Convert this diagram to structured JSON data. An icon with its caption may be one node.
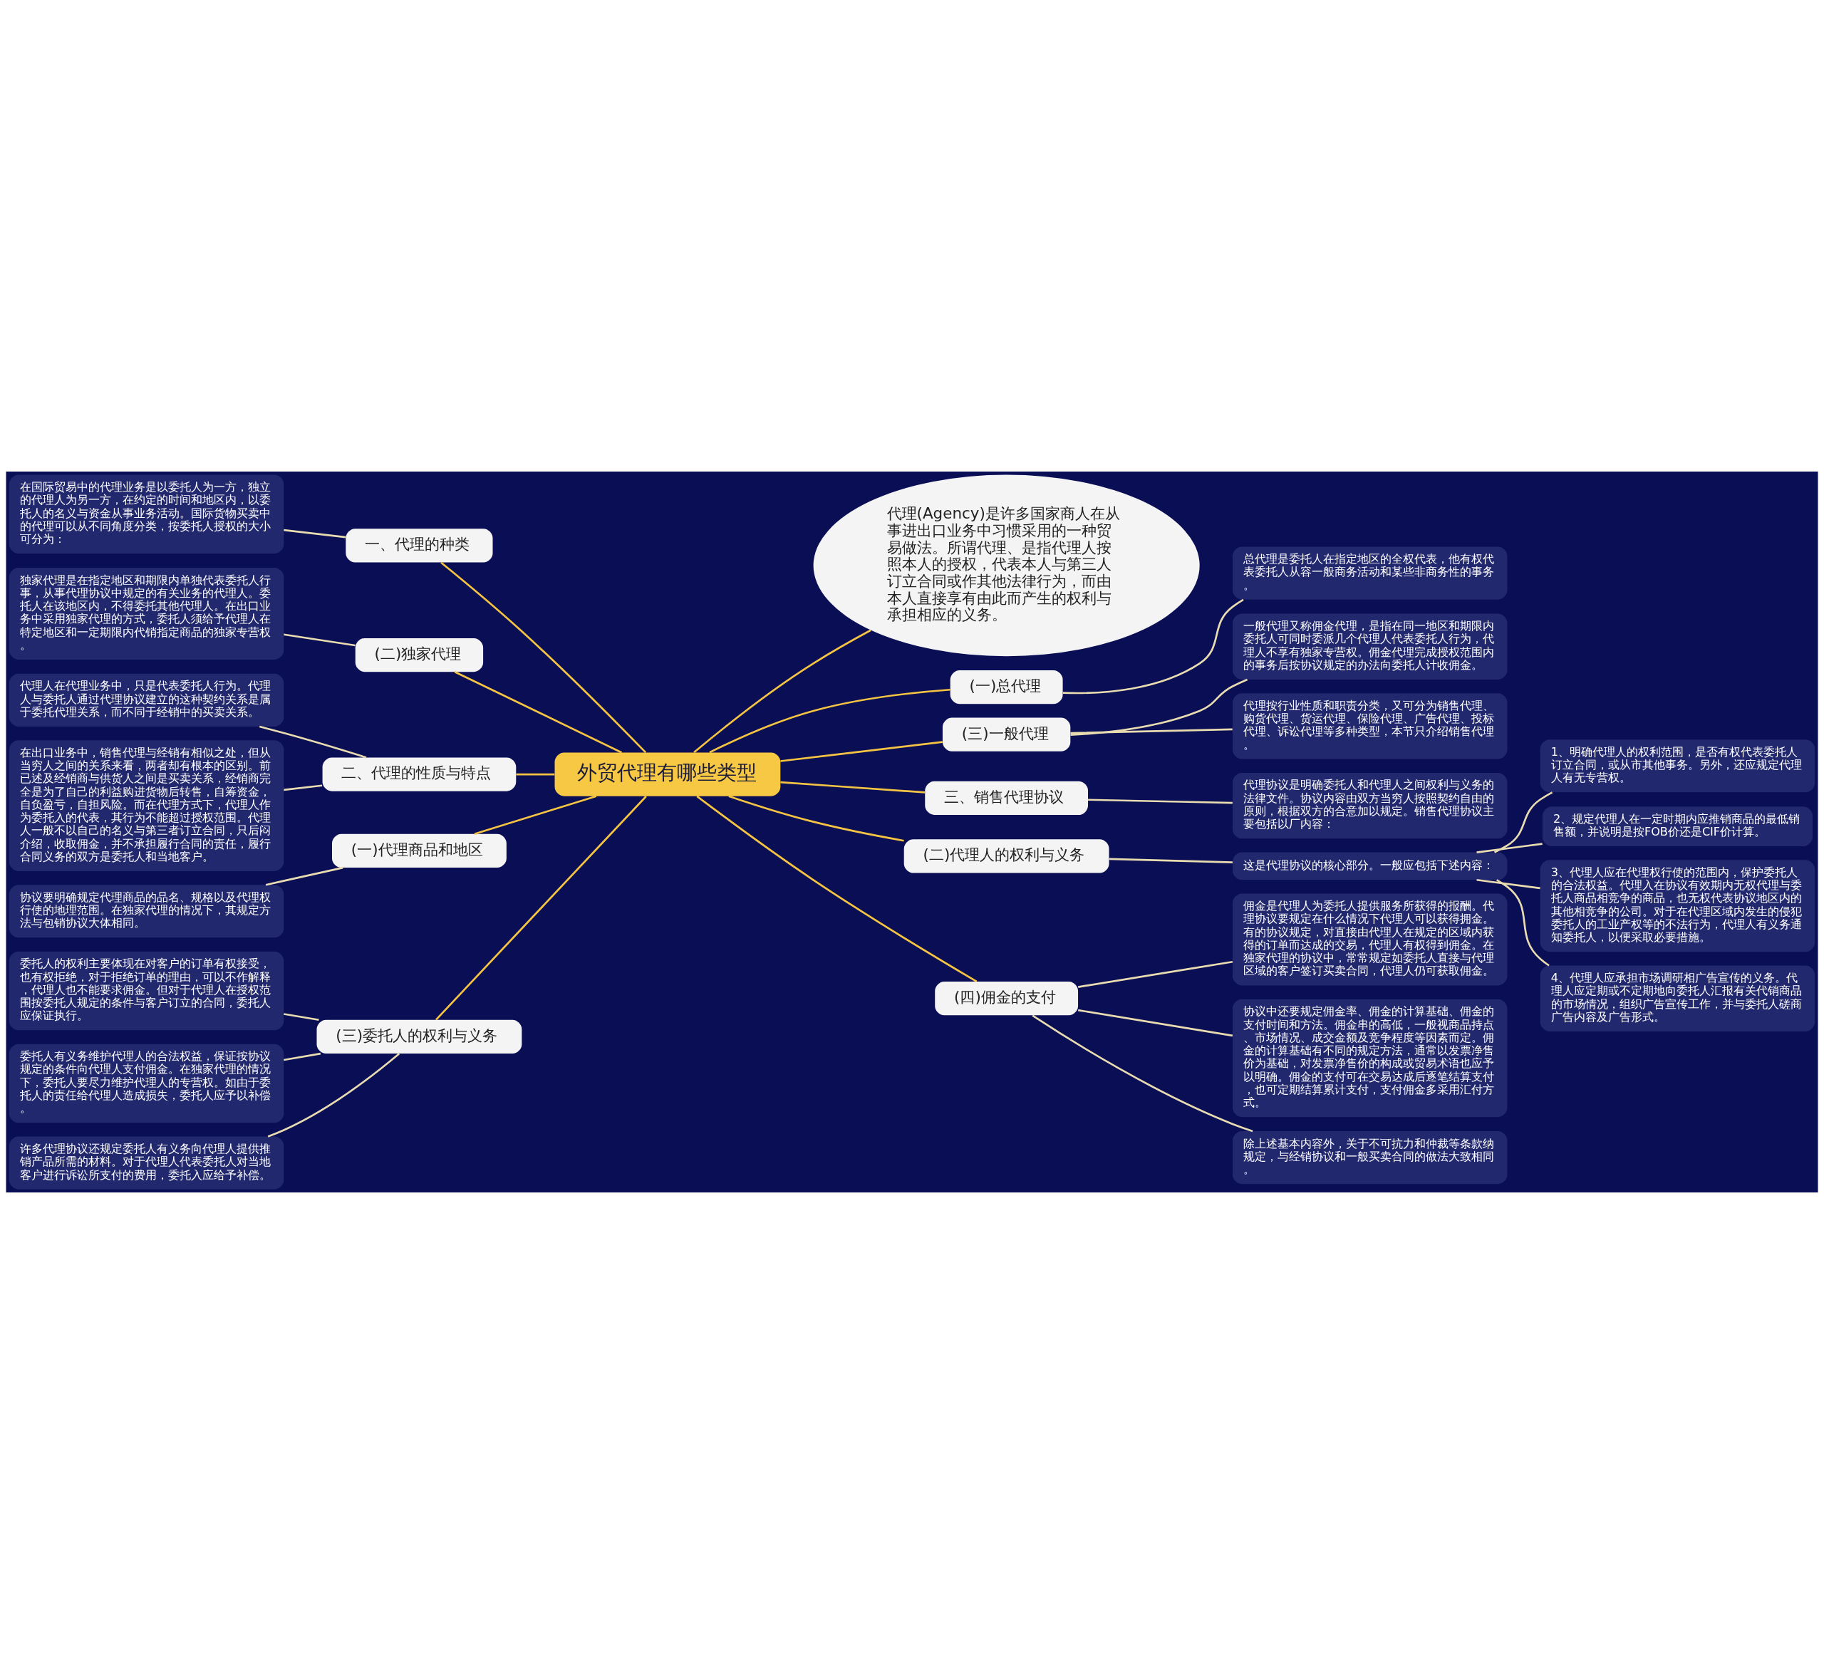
{
  "diagram": {
    "nodes": [
      {
        "text": [
          "外贸代理有哪些类型"
        ]
      },
      {
        "text": [
          "代理(Agency)是许多国家商人在从事进出口业务中习惯采用的一种贸易做法。所谓代理、是指代理人按照本人的授权，代表本人与第三人订立合同或作其他法律行为，而由本人直接享有由此而产生的权利与承担相应的义务。"
        ]
      },
      {
        "text": [
          "(一)总代理"
        ]
      },
      {
        "text": [
          "总代理是委托人在指定地区的全权代表，他有权代表委托人从容一般商务活动和某些非商务性的事务。"
        ]
      },
      {
        "text": [
          "(三)一般代理"
        ]
      },
      {
        "text": [
          "一般代理又称佣金代理，是指在同一地区和期限内委托人可同时委派几个代理人代表委托人行为，代理人不享有独家专营权。佣金代理完成授权范围内的事务后按协议规定的办法向委托人计收佣金。"
        ]
      },
      {
        "text": [
          "代理按行业性质和职责分类，又可分为销售代理、购货代理、货运代理、保险代理、广告代理、投标代理、诉讼代理等多种类型，本节只介绍销售代理。"
        ]
      },
      {
        "text": [
          "三、销售代理协议"
        ]
      },
      {
        "text": [
          "代理协议是明确委托人和代理人之间权利与义务的法律文件。协议内容由双方当穷人按照契约自由的原则，根据双方的合意加以规定。销售代理协议主要包括以厂内容："
        ]
      },
      {
        "text": [
          "(二)代理人的权利与义务"
        ]
      },
      {
        "text": [
          "这是代理协议的核心部分。一般应包括下述内容："
        ]
      },
      {
        "text": [
          "1、明确代理人的权利范围，是否有权代表委托人订立合同，或从市其他事务。另外，还应规定代理人有无专营权。"
        ]
      },
      {
        "text": [
          "2、规定代理人在一定时期内应推销商品的最低销售额，并说明是按FOB价还是CIF价计算。"
        ]
      },
      {
        "text": [
          "3、代理人应在代理权行使的范围内，保护委托人的合法权益。代理入在协议有效期内无权代理与委托人商品相竞争的商品，也无权代表协议地区内的其他相竞争的公司。对于在代理区域内发生的侵犯委托人的工业产权等的不法行为，代理人有义务通知委托人，以便采取必要措施。"
        ]
      },
      {
        "text": [
          "4、代理人应承担市场调研相广告宣传的义务。代理人应定期或不定期地向委托人汇报有关代销商品的市场情况，组织广告宣传工作，并与委托人磋商广告内容及广告形式。"
        ]
      },
      {
        "text": [
          "(四)佣金的支付"
        ]
      },
      {
        "text": [
          "佣金是代理人为委托人提供服务所获得的报酬。代理协议要规定在什么情况下代理人可以获得拥金。有的协议规定，对直接由代理人在规定的区域内获得的订单而达成的交易，代理人有权得到佣金。在独家代理的协议中，常常规定如委托人直接与代理区域的客户签订买卖合同，代理人仍可获取佣金。"
        ]
      },
      {
        "text": [
          "协议中还要规定佣金率、佣金的计算基础、佣金的支付时间和方法。佣金串的高低，一般视商品持点、市场情况、成交金额及竞争程度等因素而定。佣金的计算基础有不同的规定方法，通常以发票净售价为基础，对发票净售价的构成或贸易术语也应予以明确。佣金的支付可在交易达成后逐笔结算支付，也可定期结算累计支付，支付佣金多采用汇付方式。"
        ]
      },
      {
        "text": [
          "除上述基本内容外，关于不可抗力和仲裁等条款纳规定，与经销协议和一般买卖合同的做法大致相同。"
        ]
      },
      {
        "text": [
          "一、代理的种类"
        ]
      },
      {
        "text": [
          "在国际贸易中的代理业务是以委托人为一方，独立的代理人为另一方，在约定的时间和地区内，以委托人的名义与资金从事业务活动。国际货物买卖中的代理可以从不同角度分类，按委托人授权的大小可分为："
        ]
      },
      {
        "text": [
          "(二)独家代理"
        ]
      },
      {
        "text": [
          "独家代理是在指定地区和期限内单独代表委托人行事，从事代理协议中规定的有关业务的代理人。委托人在该地区内，不得委托其他代理人。在出口业务中采用独家代理的方式，委托人须给予代理人在特定地区和一定期限内代销指定商品的独家专营权。"
        ]
      },
      {
        "text": [
          "二、代理的性质与特点"
        ]
      },
      {
        "text": [
          "代理人在代理业务中，只是代表委托人行为。代理人与委托人通过代理协议建立的这种契约关系是属于委托代理关系，而不同于经销中的买卖关系。"
        ]
      },
      {
        "text": [
          "在出口业务中，销售代理与经销有相似之处，但从当穷人之间的关系来看，两者却有根本的区别。前已述及经销商与供货人之间是买卖关系，经销商完全是为了自己的利益购进货物后转售，自筹资金，自负盈亏，自担风险。而在代理方式下，代理人作为委托入的代表，其行为不能超过授权范围。代理人一般不以自己的名义与第三者订立合同，只后闷介绍，收取佣金，并不承担履行合同的责任，履行合同义务的双方是委托人和当地客户。"
        ]
      },
      {
        "text": [
          "(一)代理商品和地区"
        ]
      },
      {
        "text": [
          "协议要明确规定代理商品的品名、规格以及代理权行使的地理范围。在独家代理的情况下，其规定方法与包销协议大体相同。"
        ]
      },
      {
        "text": [
          "(三)委托人的权利与义务"
        ]
      },
      {
        "text": [
          "委托人的权利主要体现在对客户的订单有权接受，也有权拒绝，对于拒绝订单的理由，可以不作解释，代理人也不能要求佣金。但对于代理人在授权范围按委托人规定的条件与客户订立的合同，委托人应保证执行。"
        ]
      },
      {
        "text": [
          "委托人有义务维护代理人的合法权益，保证按协议规定的条件向代理人支付佣金。在独家代理的情况下，委托人要尽力维护代理人的专营权。如由于委托人的责任给代理人造成损失，委托人应予以补偿。"
        ]
      },
      {
        "text": [
          "许多代理协议还规定委托人有义务向代理人提供推销产品所需的材料。对于代理人代表委托人对当地客户进行诉讼所支付的费用，委托入应给予补偿。"
        ]
      }
    ],
    "edges": [
      {
        "from": 0,
        "to": 1,
        "arrow": "none",
        "color": "#f5c442"
      },
      {
        "from": 0,
        "to": 2,
        "arrow": "none",
        "color": "#f5c442"
      },
      {
        "from": 2,
        "to": 3,
        "arrow": "none"
      },
      {
        "from": 0,
        "to": 4,
        "arrow": "none",
        "color": "#f5c442"
      },
      {
        "from": 4,
        "to": 5,
        "arrow": "none"
      },
      {
        "from": 4,
        "to": 6,
        "arrow": "none"
      },
      {
        "from": 0,
        "to": 7,
        "arrow": "none",
        "color": "#f5c442"
      },
      {
        "from": 7,
        "to": 8,
        "arrow": "none"
      },
      {
        "from": 0,
        "to": 9,
        "arrow": "none",
        "color": "#f5c442"
      },
      {
        "from": 9,
        "to": 10,
        "arrow": "none"
      },
      {
        "from": 10,
        "to": 11,
        "arrow": "none"
      },
      {
        "from": 10,
        "to": 12,
        "arrow": "none"
      },
      {
        "from": 10,
        "to": 13,
        "arrow": "none"
      },
      {
        "from": 10,
        "to": 14,
        "arrow": "none"
      },
      {
        "from": 0,
        "to": 15,
        "arrow": "none",
        "color": "#f5c442"
      },
      {
        "from": 15,
        "to": 16,
        "arrow": "none"
      },
      {
        "from": 15,
        "to": 17,
        "arrow": "none"
      },
      {
        "from": 15,
        "to": 18,
        "arrow": "none"
      },
      {
        "from": 0,
        "to": 19,
        "arrow": "none",
        "color": "#f5c442"
      },
      {
        "from": 19,
        "to": 20,
        "arrow": "none"
      },
      {
        "from": 0,
        "to": 21,
        "arrow": "none",
        "color": "#f5c442"
      },
      {
        "from": 21,
        "to": 22,
        "arrow": "none"
      },
      {
        "from": 0,
        "to": 23,
        "arrow": "none",
        "color": "#f5c442"
      },
      {
        "from": 23,
        "to": 24,
        "arrow": "none"
      },
      {
        "from": 23,
        "to": 25,
        "arrow": "none"
      },
      {
        "from": 0,
        "to": 26,
        "arrow": "none",
        "color": "#f5c442"
      },
      {
        "from": 26,
        "to": 27,
        "arrow": "none"
      },
      {
        "from": 0,
        "to": 28,
        "arrow": "none",
        "color": "#f5c442"
      },
      {
        "from": 28,
        "to": 29,
        "arrow": "none"
      },
      {
        "from": 28,
        "to": 30,
        "arrow": "none"
      },
      {
        "from": 28,
        "to": 31,
        "arrow": "none"
      }
    ]
  }
}
